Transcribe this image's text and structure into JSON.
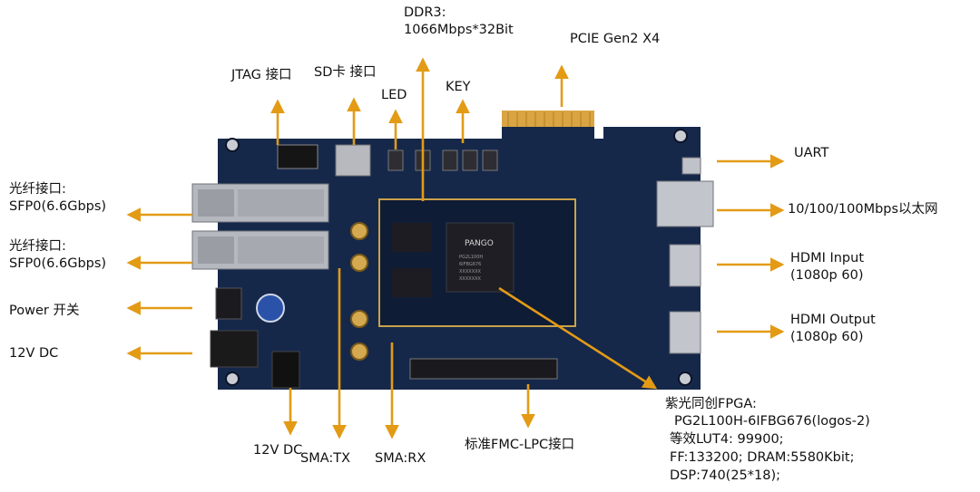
{
  "labels": {
    "ddr3": "DDR3:\n1066Mbps*32Bit",
    "pcie": "PCIE Gen2 X4",
    "jtag": "JTAG 接口",
    "sd": "SD卡 接口",
    "led": "LED",
    "key": "KEY",
    "sfp_a": "光纤接口:\nSFP0(6.6Gbps)",
    "sfp_b": "光纤接口:\nSFP0(6.6Gbps)",
    "power": "Power 开关",
    "dc_left": "12V DC",
    "uart": "UART",
    "ethernet": "10/100/100Mbps以太网",
    "hdmi_in": "HDMI Input\n(1080p 60)",
    "hdmi_out": "HDMI Output\n(1080p 60)",
    "dc_bottom": "12V DC",
    "sma_tx": "SMA:TX",
    "sma_rx": "SMA:RX",
    "fmc": "标准FMC-LPC接口",
    "fpga_title": "紫光同创FPGA:",
    "fpga_model": "PG2L100H-6IFBG676(logos-2)",
    "fpga_lut": "等效LUT4: 99900;",
    "fpga_ff": "FF:133200; DRAM:5580Kbit;",
    "fpga_dsp": "DSP:740(25*18);"
  },
  "chip": {
    "brand": "PANGO",
    "lines": [
      "PG2L100H",
      "6IFBG676",
      "XXXXXXX",
      "XXXXXXX"
    ]
  },
  "colors": {
    "arrow": "#E39B16",
    "board": "#16284a",
    "board_dark": "#0d1a33",
    "gold": "#d9a441"
  }
}
